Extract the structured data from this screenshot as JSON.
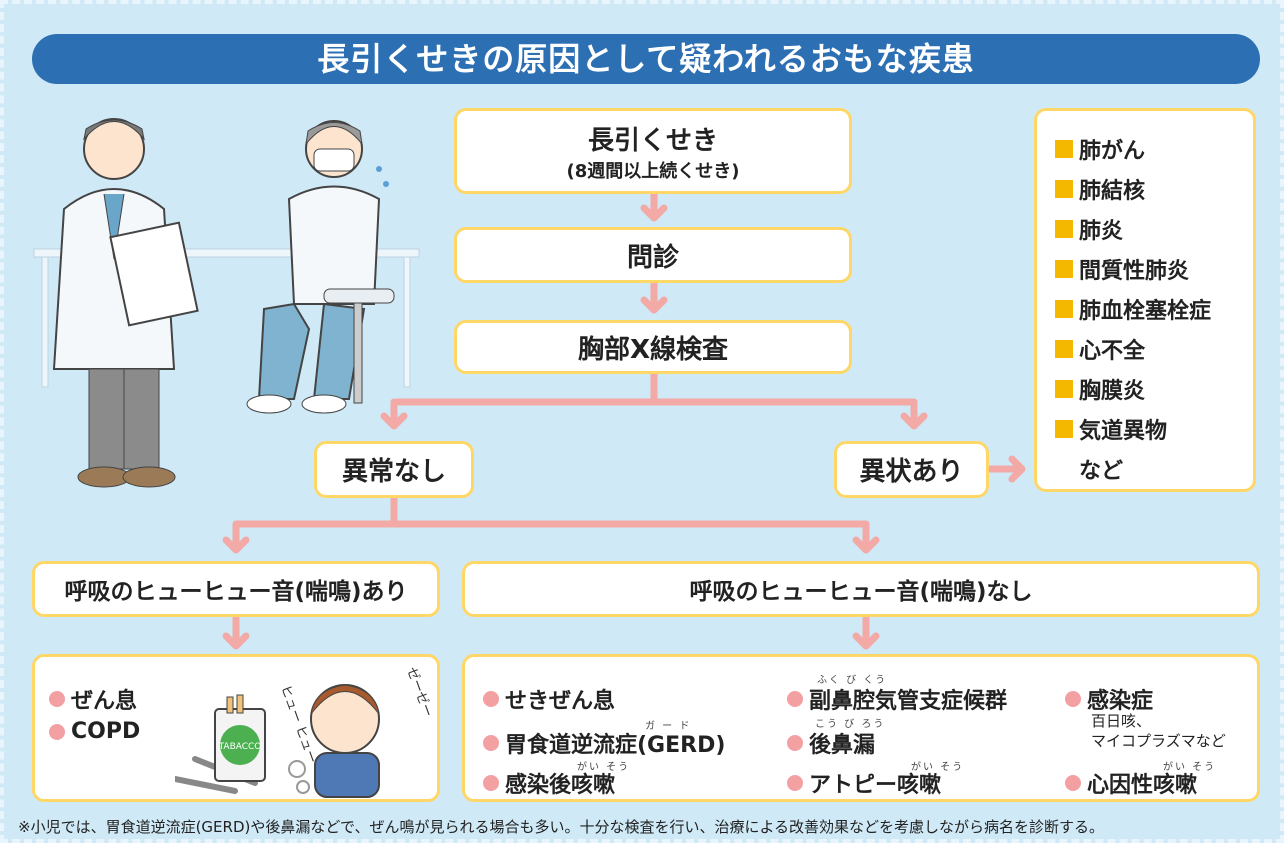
{
  "title": "長引くせきの原因として疑われるおもな疾患",
  "flow": {
    "start_main": "長引くせき",
    "start_sub": "(8週間以上続くせき)",
    "step2": "問診",
    "step3": "胸部X線検査",
    "normal": "異常なし",
    "abnormal": "異状あり",
    "wheeze_yes": "呼吸のヒューヒュー音(喘鳴)あり",
    "wheeze_no": "呼吸のヒューヒュー音(喘鳴)なし"
  },
  "abnormal_list": [
    "肺がん",
    "肺結核",
    "肺炎",
    "間質性肺炎",
    "肺血栓塞栓症",
    "心不全",
    "胸膜炎",
    "気道異物"
  ],
  "abnormal_list_suffix": "など",
  "wheeze_yes_items": [
    "ぜん息",
    "COPD"
  ],
  "wheeze_no_items": {
    "col1": [
      "せきぜん息",
      "胃食道逆流症(GERD)",
      "感染後咳嗽"
    ],
    "col2": [
      "副鼻腔気管支症候群",
      "後鼻漏",
      "アトピー咳嗽"
    ],
    "col3": [
      "感染症",
      "心因性咳嗽"
    ],
    "col3_note_line1": "百日咳、",
    "col3_note_line2": "マイコプラズマなど"
  },
  "ruby": {
    "fukubikuu": "ふく び くう",
    "koubirou": "こう び ろう",
    "gaado": "ガ ー ド",
    "gaisou": "がい そう"
  },
  "illustration_text": {
    "hyuu": "ヒュー ヒュー",
    "zee": "ゼーゼー",
    "tabacco": "TABACCO"
  },
  "footnote": "※小児では、胃食道逆流症(GERD)や後鼻漏などで、ぜん鳴が見られる場合も多い。十分な検査を行い、治療による改善効果などを考慮しながら病名を診断する。",
  "colors": {
    "title_bg": "#2c6fb3",
    "page_bg": "#cfe9f7",
    "box_border": "#ffd766",
    "arrow": "#f3a9a6",
    "bullet_square": "#f5b800",
    "bullet_dot": "#f3a0a3"
  }
}
